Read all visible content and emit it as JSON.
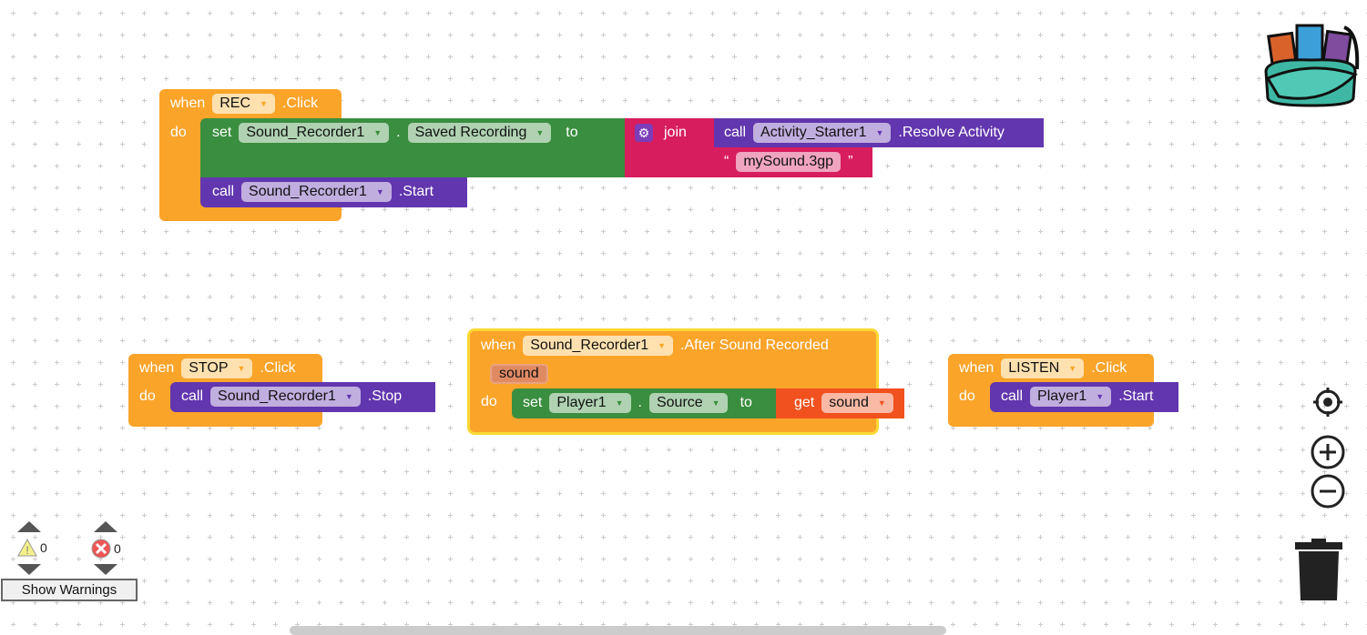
{
  "blocks": {
    "rec": {
      "when": "when",
      "component": "REC",
      "event": ".Click",
      "do": "do",
      "set": {
        "label": "set",
        "component": "Sound_Recorder1",
        "dot": ".",
        "property": "Saved Recording",
        "to": "to"
      },
      "join": {
        "label": "join",
        "call": "call",
        "component": "Activity_Starter1",
        "method": ".Resolve Activity",
        "text": "mySound.3gp",
        "open_quote": "“",
        "close_quote": "”"
      },
      "call": {
        "label": "call",
        "component": "Sound_Recorder1",
        "method": ".Start"
      }
    },
    "stop": {
      "when": "when",
      "component": "STOP",
      "event": ".Click",
      "do": "do",
      "call": {
        "label": "call",
        "component": "Sound_Recorder1",
        "method": ".Stop"
      }
    },
    "after": {
      "when": "when",
      "component": "Sound_Recorder1",
      "event": ".After Sound Recorded",
      "param": "sound",
      "do": "do",
      "set": {
        "label": "set",
        "component": "Player1",
        "dot": ".",
        "property": "Source",
        "to": "to"
      },
      "get": {
        "label": "get",
        "var": "sound"
      }
    },
    "listen": {
      "when": "when",
      "component": "LISTEN",
      "event": ".Click",
      "do": "do",
      "call": {
        "label": "call",
        "component": "Player1",
        "method": ".Start"
      }
    }
  },
  "warnings": {
    "warning_count": "0",
    "error_count": "0",
    "show_button": "Show Warnings"
  },
  "colors": {
    "event": "#FBA42A",
    "setter": "#3A8E3F",
    "method": "#6236AE",
    "text": "#D81D5F",
    "variable": "#F1511F"
  }
}
